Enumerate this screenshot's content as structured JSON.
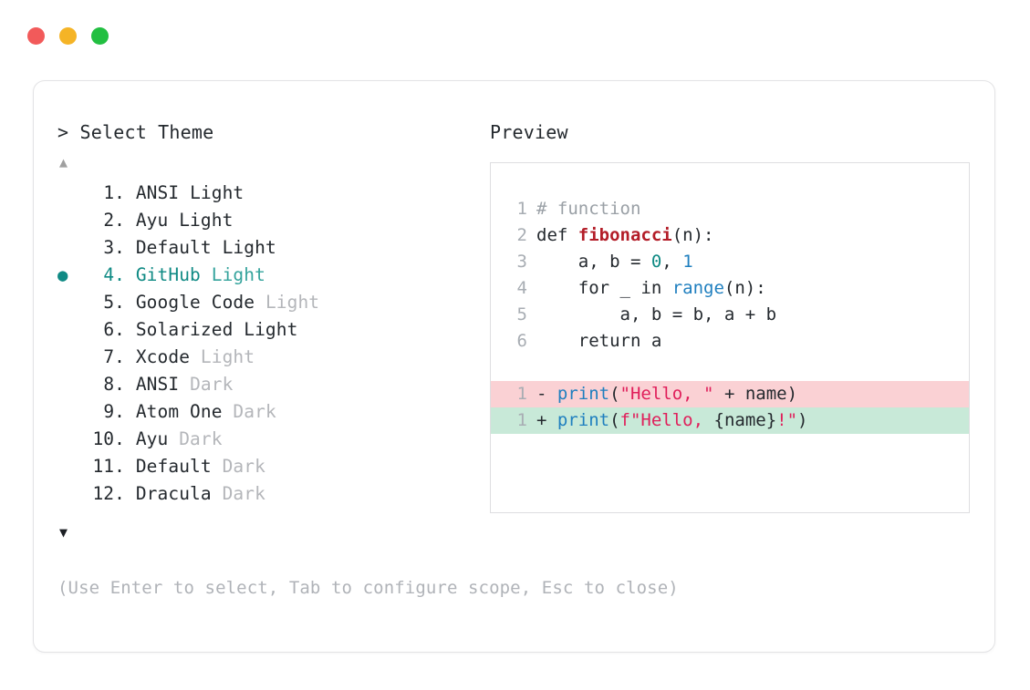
{
  "window": {
    "traffic_lights": [
      {
        "name": "close",
        "color": "#f25a5a"
      },
      {
        "name": "minimize",
        "color": "#f5b426"
      },
      {
        "name": "maximize",
        "color": "#22bf41"
      }
    ]
  },
  "selector": {
    "prompt_symbol": ">",
    "prompt_label": "Select Theme",
    "scroll_up_glyph": "▲",
    "scroll_down_glyph": "▼",
    "selected_bullet_glyph": "●",
    "selected_index": 4,
    "accent_color": "#0f8a84",
    "items": [
      {
        "index": "1.",
        "name": "ANSI",
        "suffix": "Light",
        "suffix_muted": false,
        "selected": false
      },
      {
        "index": "2.",
        "name": "Ayu",
        "suffix": "Light",
        "suffix_muted": false,
        "selected": false
      },
      {
        "index": "3.",
        "name": "Default",
        "suffix": "Light",
        "suffix_muted": false,
        "selected": false
      },
      {
        "index": "4.",
        "name": "GitHub",
        "suffix": "Light",
        "suffix_muted": false,
        "selected": true
      },
      {
        "index": "5.",
        "name": "Google Code",
        "suffix": "Light",
        "suffix_muted": true,
        "selected": false
      },
      {
        "index": "6.",
        "name": "Solarized",
        "suffix": "Light",
        "suffix_muted": false,
        "selected": false
      },
      {
        "index": "7.",
        "name": "Xcode",
        "suffix": "Light",
        "suffix_muted": true,
        "selected": false
      },
      {
        "index": "8.",
        "name": "ANSI",
        "suffix": "Dark",
        "suffix_muted": true,
        "selected": false
      },
      {
        "index": "9.",
        "name": "Atom One",
        "suffix": "Dark",
        "suffix_muted": true,
        "selected": false
      },
      {
        "index": "10.",
        "name": "Ayu",
        "suffix": "Dark",
        "suffix_muted": true,
        "selected": false
      },
      {
        "index": "11.",
        "name": "Default",
        "suffix": "Dark",
        "suffix_muted": true,
        "selected": false
      },
      {
        "index": "12.",
        "name": "Dracula",
        "suffix": "Dark",
        "suffix_muted": true,
        "selected": false
      }
    ]
  },
  "preview": {
    "label": "Preview",
    "code_lines": [
      {
        "line_number": "1",
        "tokens": [
          {
            "text": "# function",
            "kind": "comment"
          }
        ]
      },
      {
        "line_number": "2",
        "tokens": [
          {
            "text": "def ",
            "kind": "keyword"
          },
          {
            "text": "fibonacci",
            "kind": "func-def"
          },
          {
            "text": "(n):",
            "kind": "plain"
          }
        ]
      },
      {
        "line_number": "3",
        "tokens": [
          {
            "text": "    a, b = ",
            "kind": "plain"
          },
          {
            "text": "0",
            "kind": "number"
          },
          {
            "text": ", ",
            "kind": "plain"
          },
          {
            "text": "1",
            "kind": "number-b"
          }
        ]
      },
      {
        "line_number": "4",
        "tokens": [
          {
            "text": "    for _ in ",
            "kind": "plain"
          },
          {
            "text": "range",
            "kind": "builtin"
          },
          {
            "text": "(n):",
            "kind": "plain"
          }
        ]
      },
      {
        "line_number": "5",
        "tokens": [
          {
            "text": "        a, b = b, a + b",
            "kind": "plain"
          }
        ]
      },
      {
        "line_number": "6",
        "tokens": [
          {
            "text": "    return a",
            "kind": "plain"
          }
        ]
      }
    ],
    "diff_lines": [
      {
        "type": "deletion",
        "line_number": "1",
        "sign": "- ",
        "background": "#fad1d4",
        "tokens": [
          {
            "text": "print",
            "kind": "builtin"
          },
          {
            "text": "(",
            "kind": "plain"
          },
          {
            "text": "\"Hello, \"",
            "kind": "string"
          },
          {
            "text": " + name)",
            "kind": "plain"
          }
        ]
      },
      {
        "type": "addition",
        "line_number": "1",
        "sign": "+ ",
        "background": "#c8e9d8",
        "tokens": [
          {
            "text": "print",
            "kind": "builtin"
          },
          {
            "text": "(",
            "kind": "plain"
          },
          {
            "text": "f\"Hello, ",
            "kind": "string"
          },
          {
            "text": "{name}",
            "kind": "plain"
          },
          {
            "text": "!\"",
            "kind": "string"
          },
          {
            "text": ")",
            "kind": "plain"
          }
        ]
      }
    ]
  },
  "footer": {
    "hint": "(Use Enter to select, Tab to configure scope, Esc to close)"
  }
}
